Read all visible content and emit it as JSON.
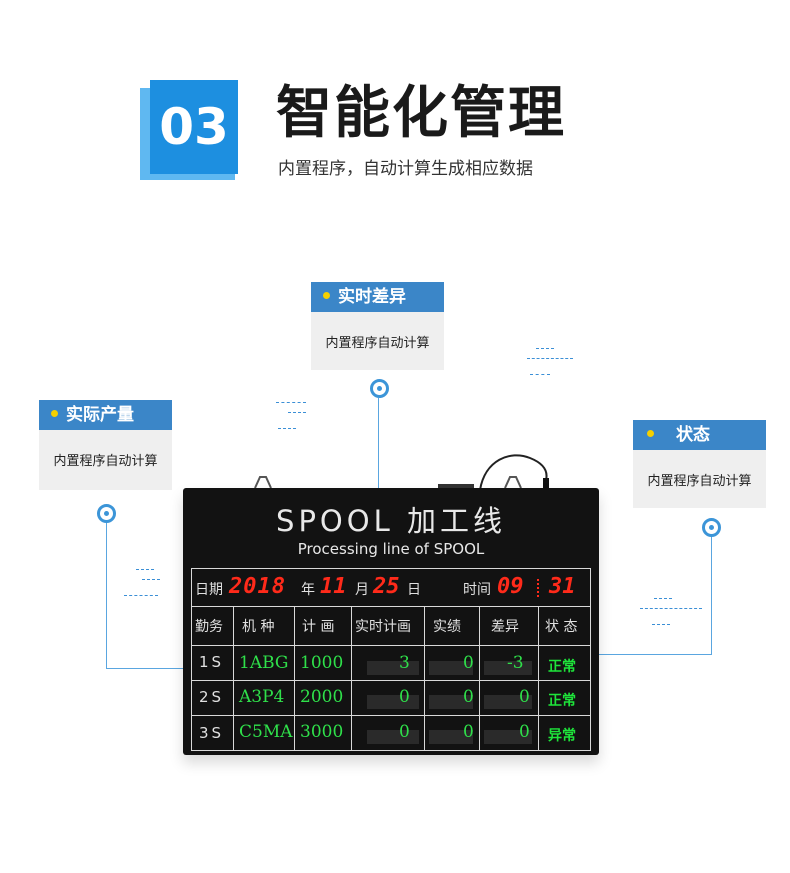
{
  "header": {
    "number": "03",
    "title": "智能化管理",
    "subtitle": "内置程序，自动计算生成相应数据"
  },
  "callouts": [
    {
      "title": "实时差异",
      "desc": "内置程序自动计算"
    },
    {
      "title": "实际产量",
      "desc": "内置程序自动计算"
    },
    {
      "title": "状态",
      "desc": "内置程序自动计算"
    }
  ],
  "board": {
    "title": "SPOOL 加工线",
    "subtitle": "Processing line of SPOOL",
    "date_label": "日期",
    "year": "2018",
    "year_unit": "年",
    "month": "11",
    "month_unit": "月",
    "day": "25",
    "day_unit": "日",
    "time_label": "时间",
    "hour": "09",
    "minute": "31",
    "columns": [
      "勤务",
      "机 种",
      "计 画",
      "实时计画",
      "实绩",
      "差异",
      "状 态"
    ],
    "rows": [
      {
        "shift": "1S",
        "model": "1ABG",
        "plan": "1000",
        "realtime_plan": "3",
        "actual": "0",
        "diff": "-3",
        "status": "正常"
      },
      {
        "shift": "2S",
        "model": "A3P4",
        "plan": "2000",
        "realtime_plan": "0",
        "actual": "0",
        "diff": "0",
        "status": "正常"
      },
      {
        "shift": "3S",
        "model": "C5MA",
        "plan": "3000",
        "realtime_plan": "0",
        "actual": "0",
        "diff": "0",
        "status": "异常"
      }
    ]
  },
  "colors": {
    "accent": "#1d8fe0",
    "card_head": "#3b86c8",
    "led_red": "#ff2a1a",
    "led_green": "#2fe04a"
  },
  "icons": [
    "target-ring-icon",
    "clip-icon",
    "cable-icon"
  ]
}
